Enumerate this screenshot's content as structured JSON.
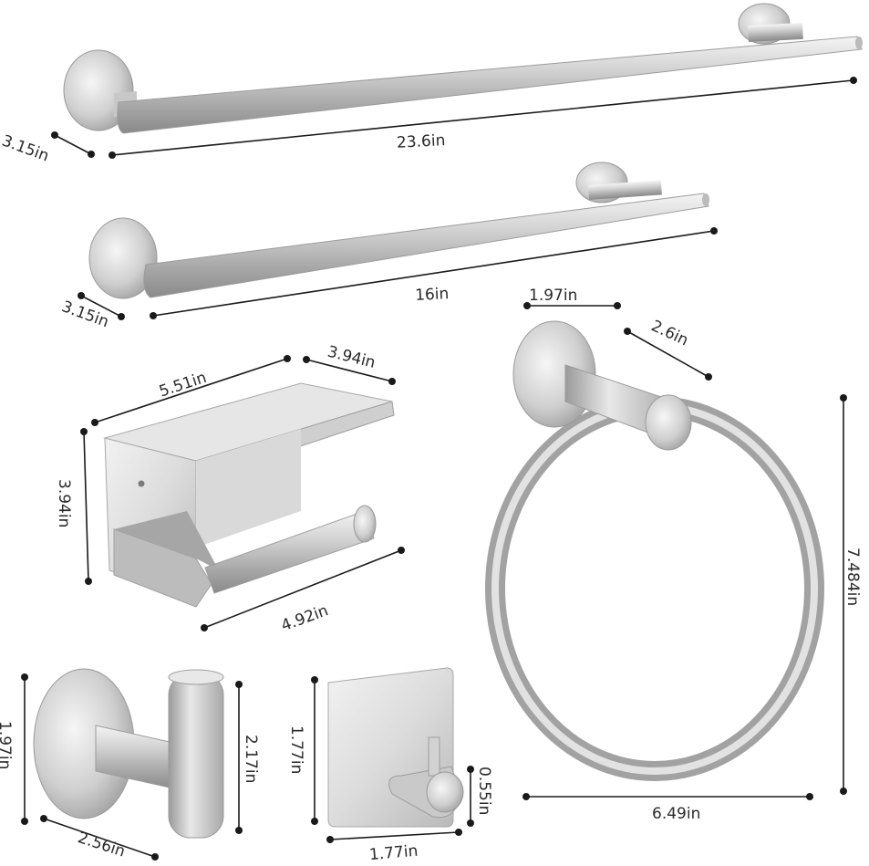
{
  "dimensions": {
    "bar_long_length": "23.6in",
    "bar_long_depth": "3.15in",
    "bar_short_length": "16in",
    "bar_short_depth": "3.15in",
    "holder_width": "5.51in",
    "holder_depth": "3.94in",
    "holder_height": "3.94in",
    "holder_rod": "4.92in",
    "ring_base": "1.97in",
    "ring_projection": "2.6in",
    "ring_height": "7.484in",
    "ring_width": "6.49in",
    "hook_height": "1.97in",
    "hook_knob": "2.17in",
    "hook_depth": "2.56in",
    "adhesive_hook_height": "1.77in",
    "adhesive_hook_width": "1.77in",
    "adhesive_hook_tip": "0.55in"
  },
  "colors": {
    "metal_light": "#eeeeee",
    "metal_mid": "#c4c4c4",
    "metal_dark": "#8e8e8e",
    "dimension_line": "#1a1a1a"
  }
}
